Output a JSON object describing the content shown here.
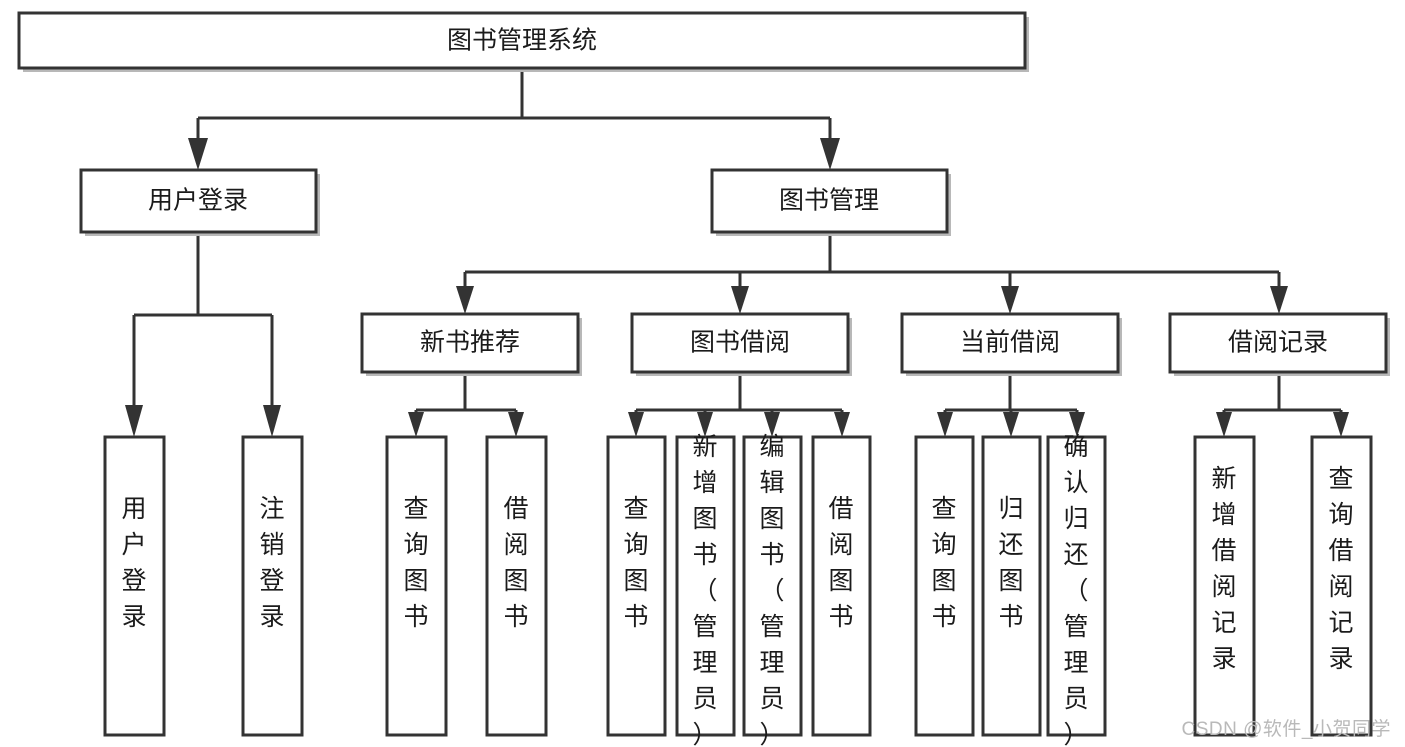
{
  "diagram": {
    "type": "tree-hierarchy",
    "title": "图书管理系统",
    "watermark": "CSDN @软件_小贺同学",
    "colors": {
      "box_stroke": "#333333",
      "box_fill": "#ffffff",
      "text": "#1b1b1b",
      "background": "#ffffff",
      "watermark": "#b9b9b9"
    },
    "nodes": {
      "root": {
        "label": "图书管理系统",
        "level": 1,
        "orientation": "horizontal"
      },
      "l2": [
        {
          "id": "user-login",
          "label": "用户登录",
          "level": 2,
          "orientation": "horizontal"
        },
        {
          "id": "book-management",
          "label": "图书管理",
          "level": 2,
          "orientation": "horizontal"
        }
      ],
      "l3": [
        {
          "id": "new-book-recommend",
          "label": "新书推荐",
          "level": 3,
          "orientation": "horizontal",
          "parent": "book-management"
        },
        {
          "id": "book-borrow",
          "label": "图书借阅",
          "level": 3,
          "orientation": "horizontal",
          "parent": "book-management"
        },
        {
          "id": "current-borrow",
          "label": "当前借阅",
          "level": 3,
          "orientation": "horizontal",
          "parent": "book-management"
        },
        {
          "id": "borrow-record",
          "label": "借阅记录",
          "level": 3,
          "orientation": "horizontal",
          "parent": "book-management"
        }
      ],
      "leaves": [
        {
          "id": "leaf-user-login",
          "label": "用户登录",
          "parent": "user-login",
          "orientation": "vertical"
        },
        {
          "id": "leaf-user-logout",
          "label": "注销登录",
          "parent": "user-login",
          "orientation": "vertical"
        },
        {
          "id": "leaf-query-book-1",
          "label": "查询图书",
          "parent": "new-book-recommend",
          "orientation": "vertical"
        },
        {
          "id": "leaf-borrow-book-1",
          "label": "借阅图书",
          "parent": "new-book-recommend",
          "orientation": "vertical"
        },
        {
          "id": "leaf-query-book-2",
          "label": "查询图书",
          "parent": "book-borrow",
          "orientation": "vertical"
        },
        {
          "id": "leaf-add-book",
          "label": "新增图书（管理员）",
          "parent": "book-borrow",
          "orientation": "vertical"
        },
        {
          "id": "leaf-edit-book",
          "label": "编辑图书（管理员）",
          "parent": "book-borrow",
          "orientation": "vertical"
        },
        {
          "id": "leaf-borrow-book-2",
          "label": "借阅图书",
          "parent": "book-borrow",
          "orientation": "vertical"
        },
        {
          "id": "leaf-query-book-3",
          "label": "查询图书",
          "parent": "current-borrow",
          "orientation": "vertical"
        },
        {
          "id": "leaf-return-book",
          "label": "归还图书",
          "parent": "current-borrow",
          "orientation": "vertical"
        },
        {
          "id": "leaf-confirm-return",
          "label": "确认归还（管理员）",
          "parent": "current-borrow",
          "orientation": "vertical"
        },
        {
          "id": "leaf-add-record",
          "label": "新增借阅记录",
          "parent": "borrow-record",
          "orientation": "vertical"
        },
        {
          "id": "leaf-query-record",
          "label": "查询借阅记录",
          "parent": "borrow-record",
          "orientation": "vertical"
        }
      ]
    }
  }
}
